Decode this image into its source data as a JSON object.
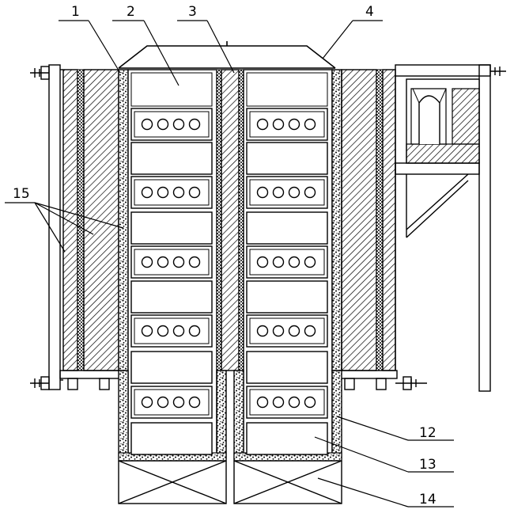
{
  "labels": {
    "l1": "1",
    "l2": "2",
    "l3": "3",
    "l4": "4",
    "l15": "15",
    "l12": "12",
    "l13": "13",
    "l14": "14"
  },
  "colors": {
    "line": "#000000",
    "background": "#ffffff"
  }
}
